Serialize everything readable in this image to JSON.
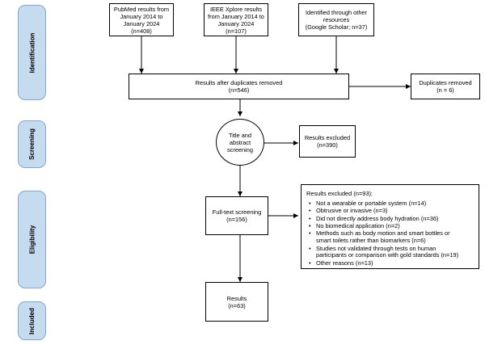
{
  "stages": [
    {
      "label": "Identification"
    },
    {
      "label": "Screening"
    },
    {
      "label": "Eligibility"
    },
    {
      "label": "Included"
    }
  ],
  "sources": [
    {
      "lines": [
        "PubMed results from",
        "January 2014 to",
        "January 2024",
        "(n=408)"
      ]
    },
    {
      "lines": [
        "IEEE Xplore results",
        "from January 2014 to",
        "January 2024",
        "(n=107)"
      ]
    },
    {
      "lines": [
        "Identified through other",
        "resources",
        "(Google Scholar; n=37)"
      ]
    }
  ],
  "after_duplicates": {
    "lines": [
      "Results after duplicates removed",
      "(n=546)"
    ]
  },
  "duplicates_removed": {
    "lines": [
      "Duplicates removed",
      "(n = 6)"
    ]
  },
  "title_abstract": {
    "lines": [
      "Title and",
      "abstract",
      "screening"
    ]
  },
  "screen_excluded": {
    "lines": [
      "Results excluded",
      "(n=390)"
    ]
  },
  "fulltext": {
    "lines": [
      "Full-text screening",
      "(n=156)"
    ]
  },
  "fulltext_excluded": {
    "title": "Results excluded (n=93):",
    "items": [
      {
        "lines": [
          "Not a wearable or portable system (n=14)"
        ]
      },
      {
        "lines": [
          "Obtrusive or invasive (n=3)"
        ]
      },
      {
        "lines": [
          "Did not directly address body hydration (n=36)"
        ]
      },
      {
        "lines": [
          "No biomedical application (n=2)"
        ]
      },
      {
        "lines": [
          "Methods such as body motion and smart bottles or",
          "smart toilets rather than biomarkers (n=6)"
        ]
      },
      {
        "lines": [
          "Studies not validated through tests on human",
          "participants or comparison with gold standards (n=19)"
        ]
      },
      {
        "lines": [
          "Other reasons (n=13)"
        ]
      }
    ]
  },
  "results": {
    "lines": [
      "Results",
      "(n=63)"
    ]
  }
}
